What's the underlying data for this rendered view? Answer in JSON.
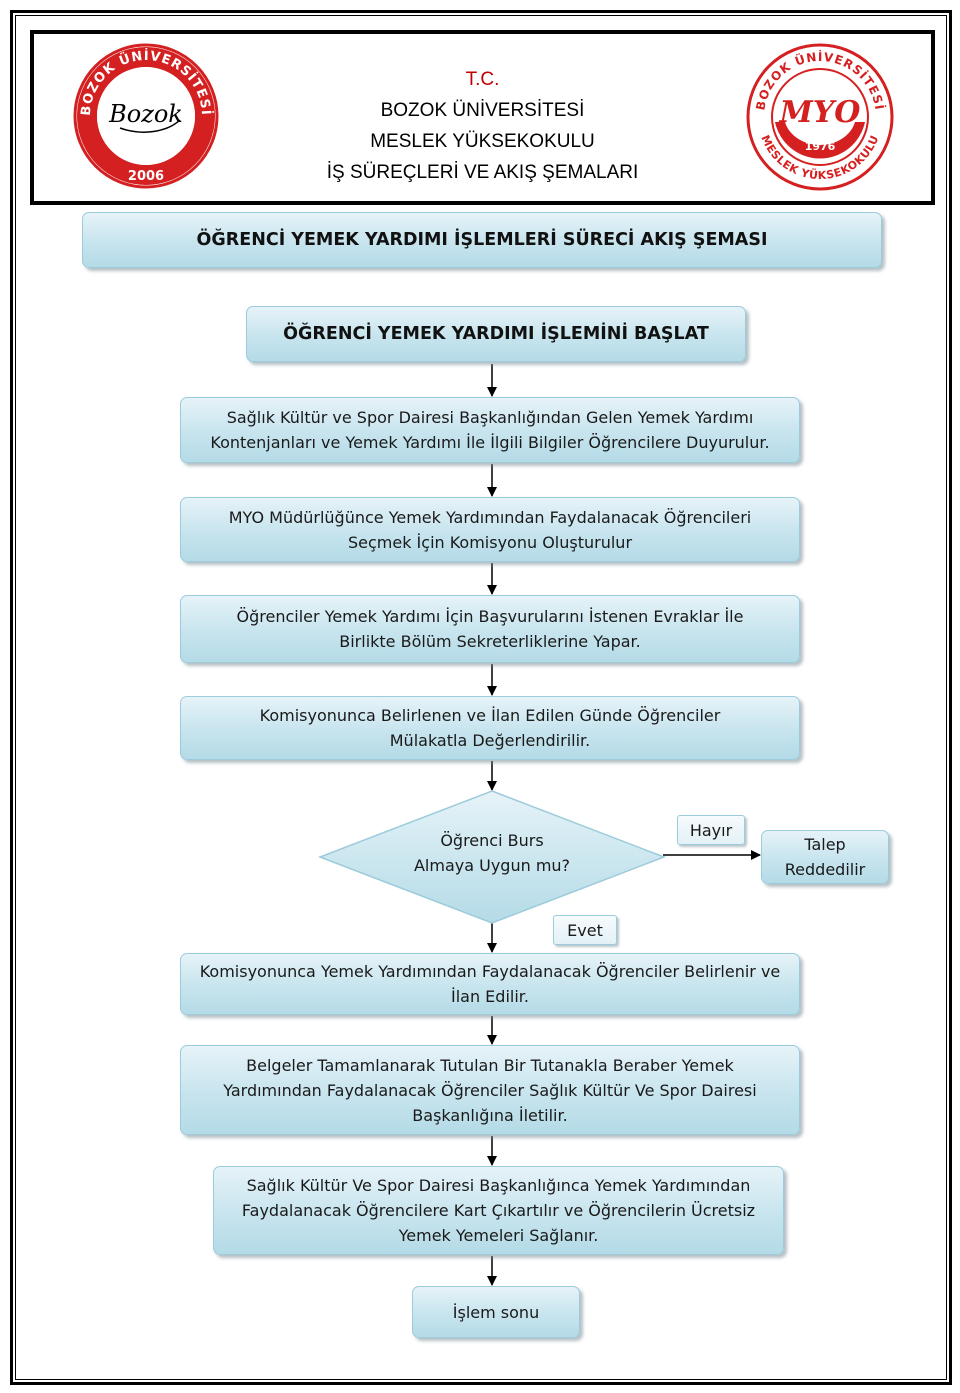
{
  "header": {
    "lines": [
      "T.C.",
      "BOZOK ÜNİVERSİTESİ",
      "MESLEK YÜKSEKOKULU",
      "İŞ SÜREÇLERİ VE AKIŞ ŞEMALARI"
    ]
  },
  "logos": {
    "left": {
      "ring_text": "BOZOK ÜNİVERSİTESİ",
      "signature": "Bozok",
      "year": "2006"
    },
    "right": {
      "ring_text_top": "BOZOK ÜNİVERSİTESİ",
      "ring_text_bottom": "MESLEK YÜKSEKOKULU",
      "emblem": "MYO",
      "year": "1976"
    }
  },
  "title": "ÖĞRENCİ YEMEK YARDIMI İŞLEMLERİ SÜRECİ AKIŞ ŞEMASI",
  "flow": {
    "start": "ÖĞRENCİ YEMEK YARDIMI İŞLEMİNİ BAŞLAT",
    "step1": [
      "Sağlık Kültür ve Spor Dairesi Başkanlığından Gelen Yemek Yardımı",
      "Kontenjanları ve Yemek Yardımı İle İlgili Bilgiler Öğrencilere Duyurulur."
    ],
    "step2": [
      "MYO Müdürlüğünce Yemek Yardımından Faydalanacak Öğrencileri",
      "Seçmek İçin Komisyonu Oluşturulur"
    ],
    "step3": [
      "Öğrenciler Yemek Yardımı İçin Başvurularını İstenen Evraklar İle",
      "Birlikte Bölüm Sekreterliklerine Yapar."
    ],
    "step4": [
      "Komisyonunca Belirlenen ve İlan Edilen Günde Öğrenciler",
      "Mülakatla Değerlendirilir."
    ],
    "decision": [
      "Öğrenci Burs",
      "Almaya Uygun mu?"
    ],
    "no_label": "Hayır",
    "reject": [
      "Talep",
      "Reddedilir"
    ],
    "yes_label": "Evet",
    "step5": [
      "Komisyonunca Yemek Yardımından Faydalanacak Öğrenciler Belirlenir ve",
      "İlan Edilir."
    ],
    "step6": [
      "Belgeler Tamamlanarak Tutulan Bir Tutanakla Beraber Yemek",
      "Yardımından Faydalanacak Öğrenciler Sağlık Kültür Ve Spor Dairesi",
      "Başkanlığına İletilir."
    ],
    "step7": [
      "Sağlık Kültür Ve Spor Dairesi Başkanlığınca Yemek Yardımından",
      "Faydalanacak Öğrencilere Kart Çıkartılır ve Öğrencilerin Ücretsiz",
      "Yemek Yemeleri Sağlanır."
    ],
    "end": "İşlem sonu"
  },
  "colors": {
    "box_fill": "#c7e4ee",
    "box_border": "#9ccbdb",
    "logo_red": "#d42020",
    "arrow": "#000000"
  }
}
